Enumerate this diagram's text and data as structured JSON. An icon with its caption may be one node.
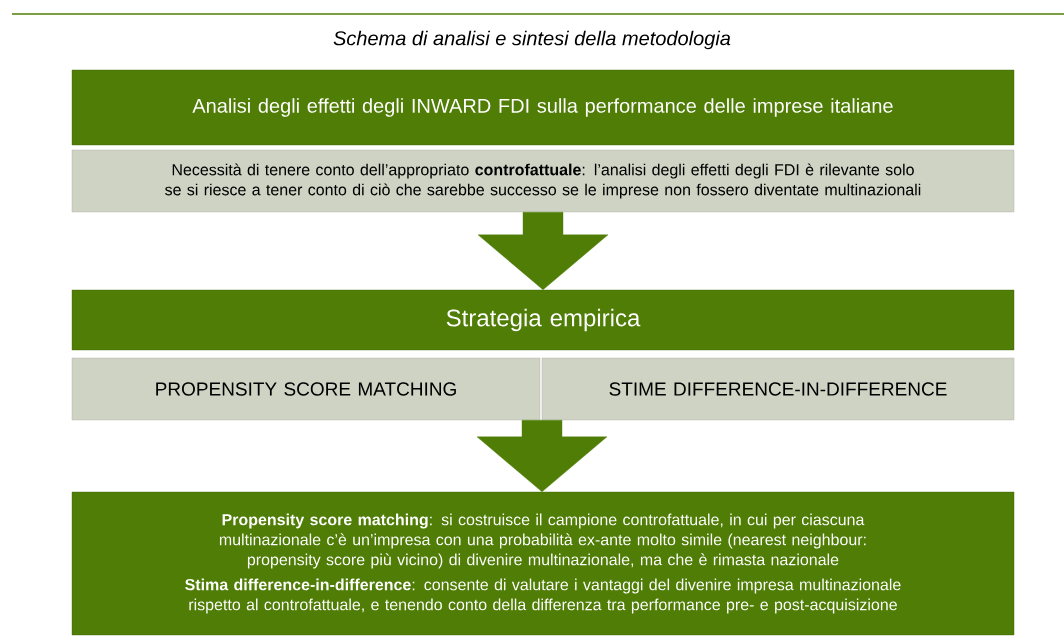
{
  "diagram": {
    "title": "Schema di analisi e sintesi della metodologia",
    "nodes": [
      {
        "text": [
          "Analisi degli effetti degli INWARD FDI sulla performance delle imprese italiane"
        ]
      },
      {
        "text": [
          "Necessità di tenere conto dell’appropriato **controfattuale**: l’analisi degli effetti degli FDI è rilevante solo se si riesce a tener conto di ciò che sarebbe successo se le imprese non fossero diventate multinazionali"
        ]
      },
      {
        "text": [
          "Strategia empirica"
        ]
      },
      {
        "text": [
          "PROPENSITY SCORE MATCHING"
        ]
      },
      {
        "text": [
          "STIME DIFFERENCE-IN-DIFFERENCE"
        ]
      },
      {
        "text": [
          "**Propensity score matching**: si costruisce il campione controfattuale, in cui per ciascuna multinazionale c’è un’impresa con una probabilità ex-ante molto simile (nearest neighbour: propensity score più vicino) di divenire multinazionale, ma che è rimasta nazionale",
          "**Stima difference-in-difference**: consente di valutare i vantaggi del divenire impresa multinazionale rispetto al controfattuale, e tenendo conto della differenza tra performance pre- e post-acquisizione"
        ]
      }
    ],
    "edges": [
      {
        "from": 1,
        "to": 2,
        "arrow": "to"
      },
      {
        "from": 3,
        "to": 5,
        "arrow": "to"
      },
      {
        "from": 4,
        "to": 5,
        "arrow": "to"
      }
    ]
  }
}
